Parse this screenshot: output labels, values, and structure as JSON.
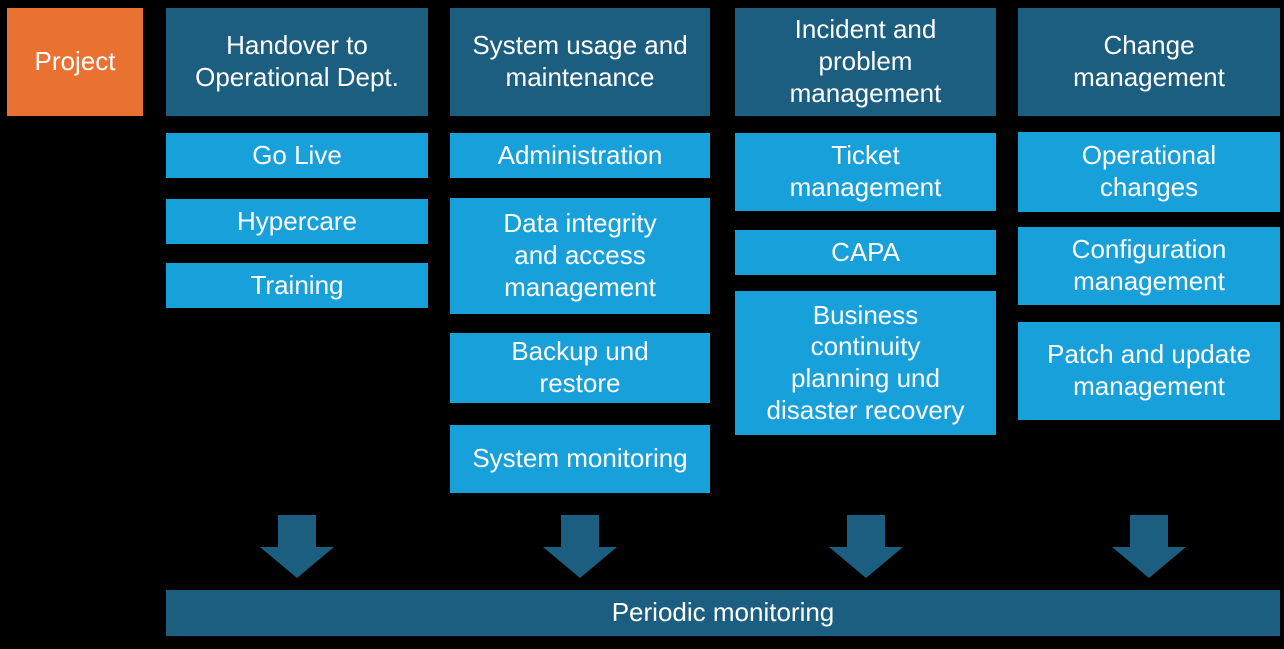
{
  "palette": {
    "background": "#000000",
    "orange": "#E97132",
    "dark_blue": "#1C5E80",
    "light_blue": "#18A0DB",
    "text": "#FFFFFF"
  },
  "project_box": {
    "label": "Project"
  },
  "columns": [
    {
      "header": "Handover to\nOperational Dept.",
      "items": [
        "Go Live",
        "Hypercare",
        "Training"
      ]
    },
    {
      "header": "System usage and\nmaintenance",
      "items": [
        "Administration",
        "Data integrity\nand access\nmanagement",
        "Backup und\nrestore",
        "System monitoring"
      ]
    },
    {
      "header": "Incident and\nproblem\nmanagement",
      "items": [
        "Ticket\nmanagement",
        "CAPA",
        "Business\ncontinuity\nplanning und\ndisaster recovery"
      ]
    },
    {
      "header": "Change\nmanagement",
      "items": [
        "Operational\nchanges",
        "Configuration\nmanagement",
        "Patch and update\nmanagement"
      ]
    }
  ],
  "footer": {
    "label": "Periodic monitoring"
  }
}
